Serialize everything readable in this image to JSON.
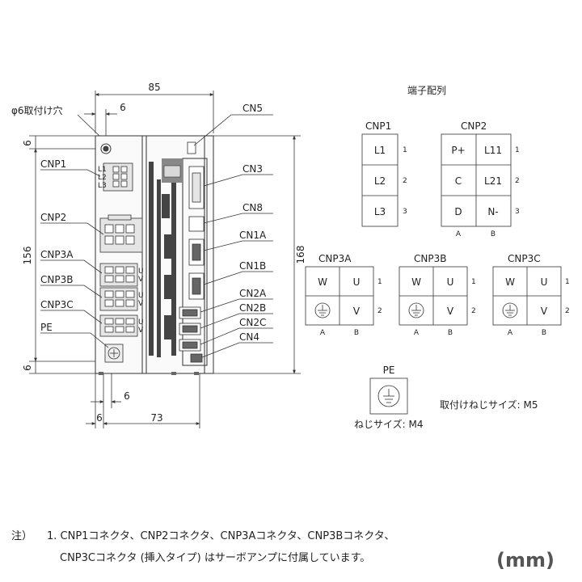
{
  "dimensions": {
    "width_top": "85",
    "hole_offset_top": "6",
    "hole_label": "φ6取付け穴",
    "top_margin": "6",
    "left_height": "156",
    "right_height": "168",
    "bottom_margin": "6",
    "bottom_offset_a": "6",
    "bottom_offset_b": "6",
    "bottom_width": "73"
  },
  "front_labels": {
    "cnp1": "CNP1",
    "cnp2": "CNP2",
    "cnp3a": "CNP3A",
    "cnp3b": "CNP3B",
    "cnp3c": "CNP3C",
    "pe": "PE",
    "cn5": "CN5",
    "cn3": "CN3",
    "cn8": "CN8",
    "cn1a": "CN1A",
    "cn1b": "CN1B",
    "cn2a": "CN2A",
    "cn2b": "CN2B",
    "cn2c": "CN2C",
    "cn4": "CN4"
  },
  "terminal_title": "端子配列",
  "cnp1_table": {
    "title": "CNP1",
    "cells": [
      "L1",
      "L2",
      "L3"
    ],
    "rows": [
      "1",
      "2",
      "3"
    ]
  },
  "cnp2_table": {
    "title": "CNP2",
    "cells": [
      [
        "P+",
        "L11"
      ],
      [
        "C",
        "L21"
      ],
      [
        "D",
        "N-"
      ]
    ],
    "rows": [
      "1",
      "2",
      "3"
    ],
    "cols": [
      "A",
      "B"
    ]
  },
  "cnp3_tables": [
    {
      "title": "CNP3A",
      "cells": [
        "W",
        "U",
        "V"
      ],
      "rows": [
        "1",
        "2"
      ],
      "cols": [
        "A",
        "B"
      ]
    },
    {
      "title": "CNP3B",
      "cells": [
        "W",
        "U",
        "V"
      ],
      "rows": [
        "1",
        "2"
      ],
      "cols": [
        "A",
        "B"
      ]
    },
    {
      "title": "CNP3C",
      "cells": [
        "W",
        "U",
        "V"
      ],
      "rows": [
        "1",
        "2"
      ],
      "cols": [
        "A",
        "B"
      ]
    }
  ],
  "pe_terminal": {
    "title": "PE",
    "screw_size": "ねじサイズ: M4"
  },
  "mount_screw": "取付けねじサイズ: M5",
  "note": {
    "prefix": "注）",
    "line1": "1. CNP1コネクタ、CNP2コネクタ、CNP3Aコネクタ、CNP3Bコネクタ、",
    "line2": "CNP3Cコネクタ (挿入タイプ) はサーボアンプに付属しています。"
  },
  "unit": "(mm)",
  "colors": {
    "line": "#333333",
    "fill_dark": "#444444",
    "fill_mid": "#9a9a9a",
    "fill_light": "#d8d8d8"
  }
}
